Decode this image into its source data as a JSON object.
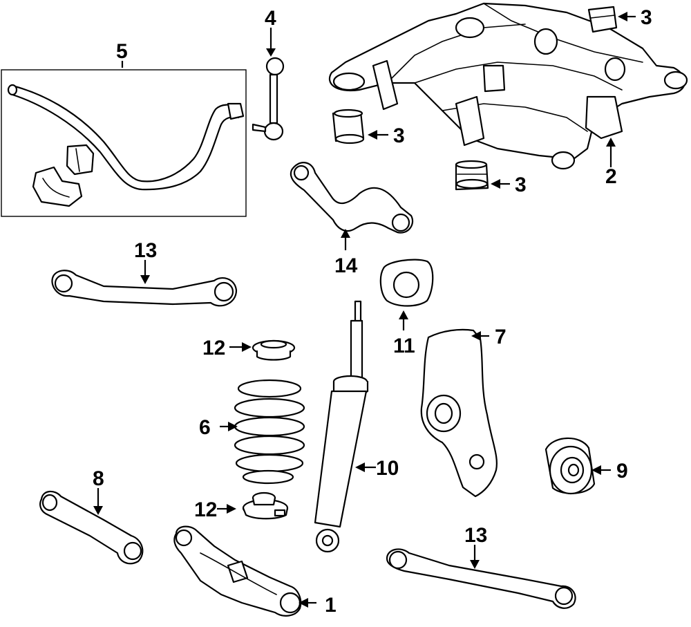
{
  "callouts": {
    "c1": "1",
    "c2": "2",
    "c3a": "3",
    "c3b": "3",
    "c3c": "3",
    "c4": "4",
    "c5": "5",
    "c6": "6",
    "c7": "7",
    "c8": "8",
    "c9": "9",
    "c10": "10",
    "c11": "11",
    "c12a": "12",
    "c12b": "12",
    "c13a": "13",
    "c13b": "13",
    "c14": "14"
  }
}
